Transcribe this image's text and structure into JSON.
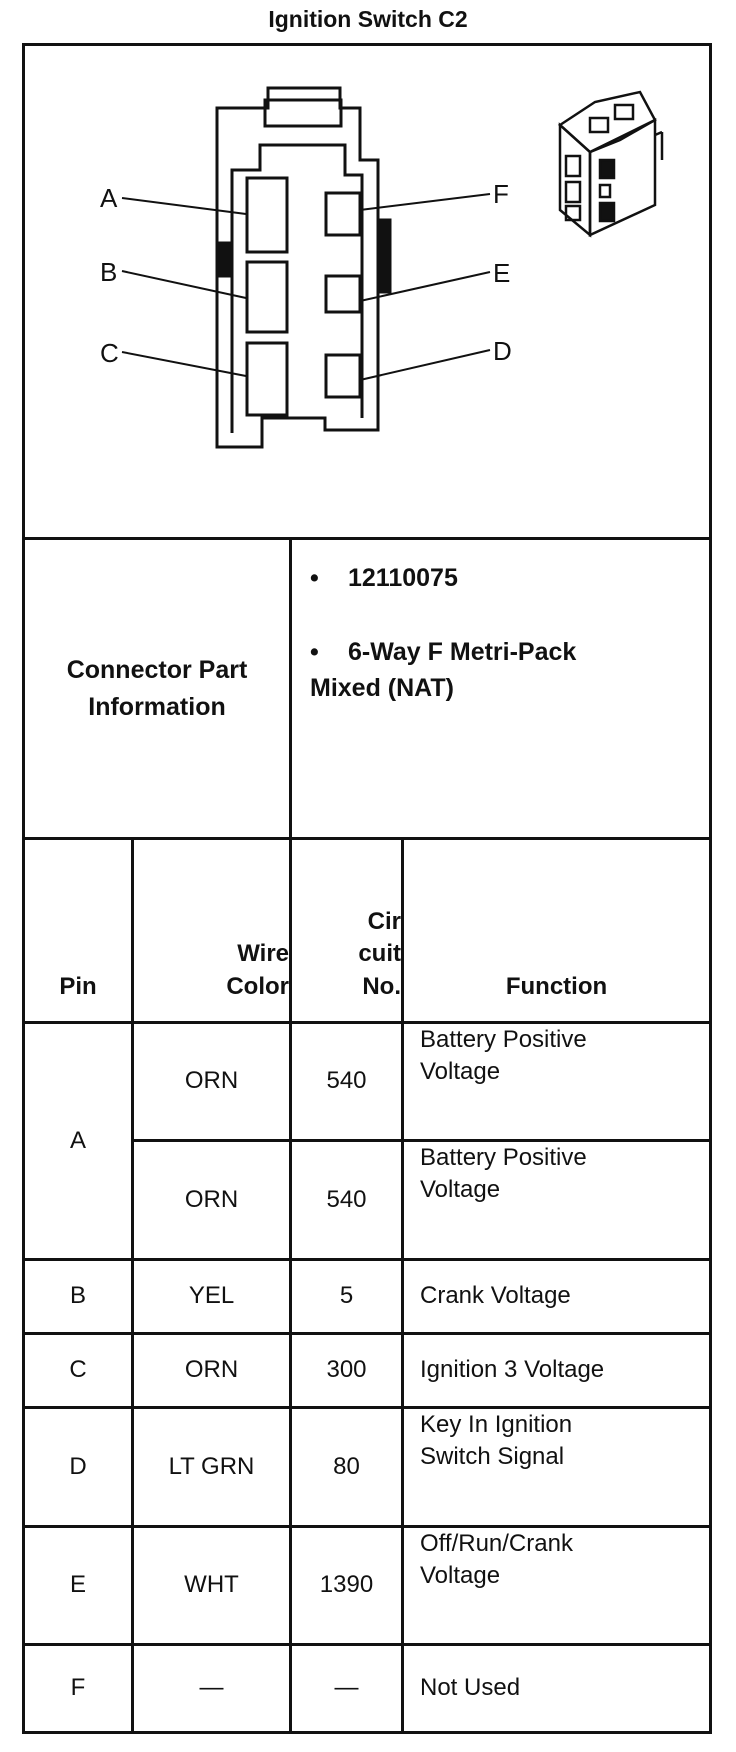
{
  "title": "Ignition Switch C2",
  "diagram": {
    "pin_labels": [
      "A",
      "B",
      "C",
      "F",
      "E",
      "D"
    ]
  },
  "connector_info": {
    "label_line1": "Connector Part",
    "label_line2": "Information",
    "part_number": "12110075",
    "description_line1": "6-Way F Metri-Pack",
    "description_line2": "Mixed (NAT)",
    "bullet": "•"
  },
  "table": {
    "headers": {
      "pin": "Pin",
      "wire_color_line1": "Wire",
      "wire_color_line2": "Color",
      "circuit_line1": "Cir",
      "circuit_line2": "cuit",
      "circuit_line3": "No.",
      "function": "Function"
    },
    "rows": [
      {
        "pin": "A",
        "color": "ORN",
        "circuit": "540",
        "function_line1": "Battery Positive",
        "function_line2": "Voltage"
      },
      {
        "pin": "",
        "color": "ORN",
        "circuit": "540",
        "function_line1": "Battery Positive",
        "function_line2": "Voltage"
      },
      {
        "pin": "B",
        "color": "YEL",
        "circuit": "5",
        "function_line1": "Crank Voltage",
        "function_line2": ""
      },
      {
        "pin": "C",
        "color": "ORN",
        "circuit": "300",
        "function_line1": "Ignition 3 Voltage",
        "function_line2": ""
      },
      {
        "pin": "D",
        "color": "LT GRN",
        "circuit": "80",
        "function_line1": "Key In Ignition",
        "function_line2": "Switch Signal"
      },
      {
        "pin": "E",
        "color": "WHT",
        "circuit": "1390",
        "function_line1": "Off/Run/Crank",
        "function_line2": "Voltage"
      },
      {
        "pin": "F",
        "color": "—",
        "circuit": "—",
        "function_line1": "Not Used",
        "function_line2": ""
      }
    ]
  }
}
